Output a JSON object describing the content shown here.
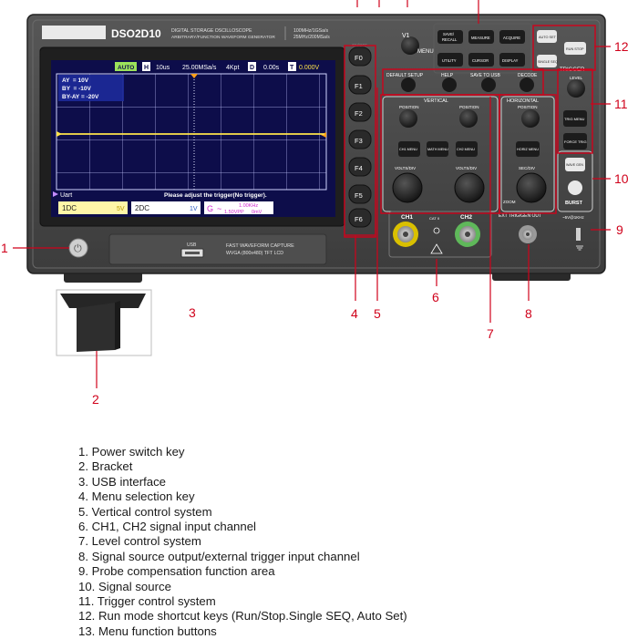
{
  "device": {
    "model": "DSO2D10",
    "subtitle_line1": "DIGITAL STORAGE OSCILLOSCOPE",
    "subtitle_line2": "ARBITRARY/FUNCTION WAVEFORM GENERATOR",
    "spec_line1": "100MHz/1GSa/s",
    "spec_line2": "25MHz/200MSa/s",
    "onoff_label": "ON/OFF",
    "usb_label": "USB",
    "capture_line1": "FAST WAVEFORM CAPTURE",
    "capture_line2": "WVGA (800x480) TFT LCD"
  },
  "screen": {
    "mode": "AUTO",
    "h_tag": "H",
    "timebase": "10us",
    "sample_rate": "25.00MSa/s",
    "points": "4Kpt",
    "d_tag": "D",
    "delay": "0.00s",
    "t_tag": "T",
    "trigger_level": "0.000V",
    "cursor_lines": [
      "AY  = 10V",
      "BY  = -10V",
      "BY-AY = -20V"
    ],
    "bus_label": "Uart",
    "status_message": "Please adjust the trigger(No trigger).",
    "ch1_coupling": "1DC",
    "ch1_scale": "5V",
    "ch2_coupling": "2DC",
    "ch2_scale": "1V",
    "gen_tag": "G",
    "gen_wave": "~",
    "gen_freq": "1.00KHz",
    "gen_amp": "1.50VPP",
    "gen_offset": "0mV"
  },
  "soft_keys": [
    "F0",
    "F1",
    "F2",
    "F3",
    "F4",
    "F5",
    "F6"
  ],
  "menu_area": {
    "knob_label": "V1",
    "menu_label": "MENU",
    "buttons": [
      {
        "line1": "SAVE/",
        "line2": "RECALL"
      },
      {
        "line1": "MEASURE",
        "line2": ""
      },
      {
        "line1": "ACQUIRE",
        "line2": ""
      },
      {
        "line1": "UTILITY",
        "line2": ""
      },
      {
        "line1": "CURSOR",
        "line2": ""
      },
      {
        "line1": "DISPLAY",
        "line2": ""
      }
    ],
    "row_labels": [
      "DEFAULT SETUP",
      "HELP",
      "SAVE TO USB",
      "DECODE"
    ]
  },
  "run_keys": {
    "auto_set": "AUTO SET",
    "run_stop": "RUN STOP",
    "single_seq": "SINGLE SEQ"
  },
  "trigger": {
    "title": "TRIGGER",
    "level": "LEVEL",
    "trig_menu": "TRIG MENU",
    "force_trig": "FORCE TRIG"
  },
  "vertical": {
    "title": "VERTICAL",
    "position": "POSITION",
    "ch1_menu": "CH1 MENU",
    "math_menu": "MATH MENU",
    "ch2_menu": "CH2 MENU",
    "volts_div": "VOLTS/DIV"
  },
  "horizontal": {
    "title": "HORIZONTAL",
    "position": "POSITION",
    "horiz_menu": "HORIZ MENU",
    "sec_div": "SEC/DIV",
    "zoom": "ZOOM"
  },
  "signal": {
    "wave_gen": "WAVE GEN",
    "burst": "BURST"
  },
  "inputs": {
    "ch1": "CH1",
    "ch2": "CH2",
    "cat": "CAT II",
    "ext_trig": "EXT TRIG/GEN OUT",
    "probe_comp": "~5V@1KHz"
  },
  "callouts": [
    "1",
    "2",
    "3",
    "4",
    "5",
    "6",
    "7",
    "8",
    "9",
    "10",
    "11",
    "12"
  ],
  "legend": [
    "1. Power switch key",
    "2. Bracket",
    "3. USB interface",
    "4. Menu selection key",
    "5. Vertical control system",
    "6. CH1, CH2 signal input channel",
    "7. Level control system",
    "8. Signal source output/external trigger input channel",
    "9. Probe compensation function area",
    "10. Signal source",
    "11. Trigger control system",
    "12. Run mode shortcut keys (Run/Stop.Single SEQ, Auto Set)",
    "13. Menu function buttons"
  ]
}
